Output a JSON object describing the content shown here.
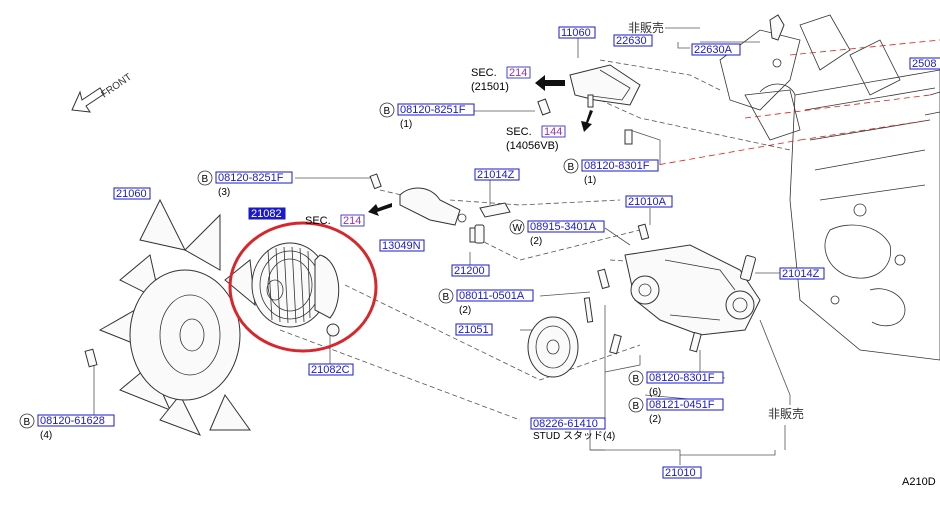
{
  "diagram": {
    "front_label": "FRONT",
    "corner_code": "A210D",
    "callouts": [
      {
        "id": "c-11060",
        "pn": "11060"
      },
      {
        "id": "c-22630",
        "pn": "22630"
      },
      {
        "id": "c-22630A",
        "pn": "22630A"
      },
      {
        "id": "c-2508",
        "pn": "2508"
      },
      {
        "id": "c-21060",
        "pn": "21060"
      },
      {
        "id": "c-13049N",
        "pn": "13049N"
      },
      {
        "id": "c-21014Z-top",
        "pn": "21014Z"
      },
      {
        "id": "c-21200",
        "pn": "21200"
      },
      {
        "id": "c-21010A",
        "pn": "21010A"
      },
      {
        "id": "c-21014Z-right",
        "pn": "21014Z"
      },
      {
        "id": "c-21082",
        "pn": "21082",
        "selected": true
      },
      {
        "id": "c-21082C",
        "pn": "21082C"
      },
      {
        "id": "c-21051",
        "pn": "21051"
      },
      {
        "id": "c-08226-61410",
        "pn": "08226-61410"
      },
      {
        "id": "c-21010",
        "pn": "21010"
      }
    ],
    "bolt_callouts": [
      {
        "id": "b-8251-top",
        "prefix": "B",
        "pn": "08120-8251F",
        "qty": "(1)"
      },
      {
        "id": "b-8301-top",
        "prefix": "B",
        "pn": "08120-8301F",
        "qty": "(1)"
      },
      {
        "id": "b-8251-mid",
        "prefix": "B",
        "pn": "08120-8251F",
        "qty": "(3)"
      },
      {
        "id": "w-08915",
        "prefix": "W",
        "pn": "08915-3401A",
        "qty": "(2)"
      },
      {
        "id": "b-08011",
        "prefix": "B",
        "pn": "08011-0501A",
        "qty": "(2)"
      },
      {
        "id": "b-8301-bot",
        "prefix": "B",
        "pn": "08120-8301F",
        "qty": "(6)"
      },
      {
        "id": "b-0451",
        "prefix": "B",
        "pn": "08121-0451F",
        "qty": "(2)"
      },
      {
        "id": "b-61628",
        "prefix": "B",
        "pn": "08120-61628",
        "qty": "(4)"
      }
    ],
    "sec_refs": [
      {
        "id": "sec-214-top",
        "label": "SEC.",
        "num": "214",
        "sub": "(21501)"
      },
      {
        "id": "sec-144",
        "label": "SEC.",
        "num": "144",
        "sub": "(14056VB)"
      },
      {
        "id": "sec-214-mid",
        "label": "SEC.",
        "num": "214",
        "sub": ""
      }
    ],
    "notes": {
      "not_for_sale_top": "非販売",
      "not_for_sale_bottom": "非販売",
      "stud_text": "STUD スタッド(4)"
    },
    "colors": {
      "callout_blue": "#1a1acc",
      "section_purple": "#9b2fb5",
      "highlight_red": "#d8262b",
      "engine_dash_red": "#e02020"
    }
  }
}
